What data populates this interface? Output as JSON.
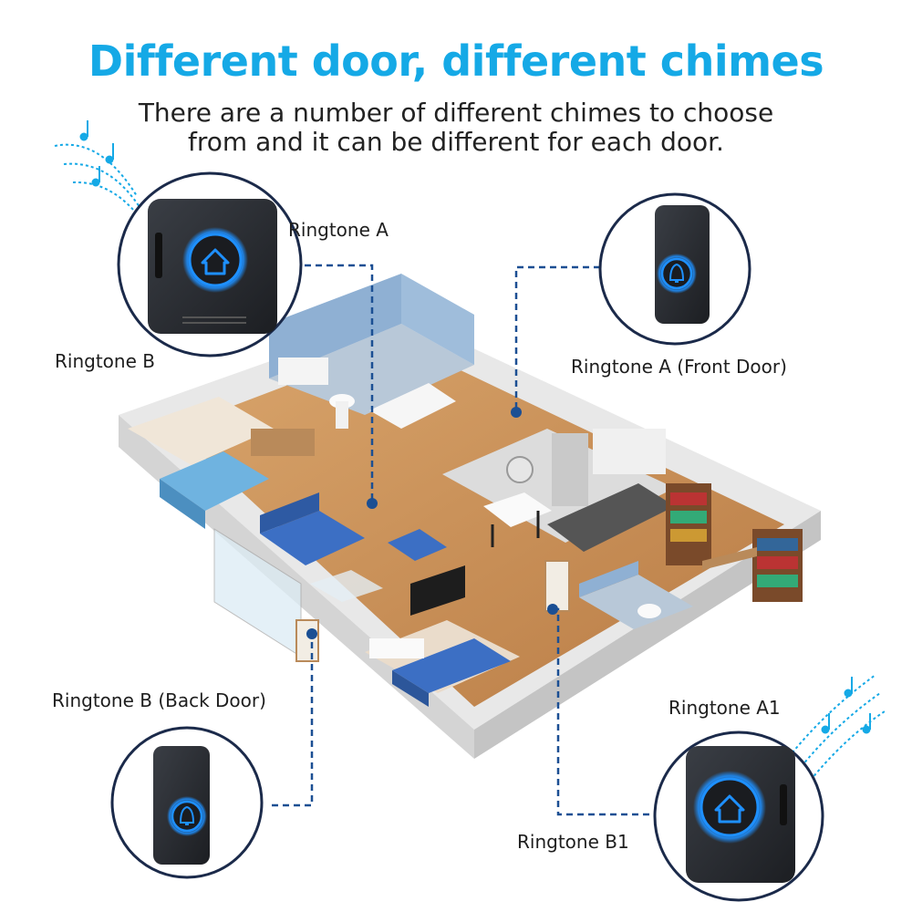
{
  "header": {
    "title": "Different door, different chimes",
    "subtitle_line1": "There are a number of different chimes to choose",
    "subtitle_line2": "from and it can be different for each door."
  },
  "labels": {
    "ringtone_a": "Ringtone A",
    "ringtone_b": "Ringtone B",
    "front_door": "Ringtone A (Front Door)",
    "back_door": "Ringtone B (Back Door)",
    "ringtone_a1": "Ringtone A1",
    "ringtone_b1": "Ringtone B1"
  },
  "colors": {
    "title_blue": "#15a9e6",
    "connector_blue": "#1b4f93",
    "device_body": "#2a2d33",
    "glow_blue": "#1e90ff",
    "floor_wood": "#c9925a",
    "sofa_blue": "#3c6fc4",
    "wall_white": "#f2f2f2"
  },
  "icons": [
    "house-icon",
    "bell-icon",
    "music-notes-icon"
  ]
}
